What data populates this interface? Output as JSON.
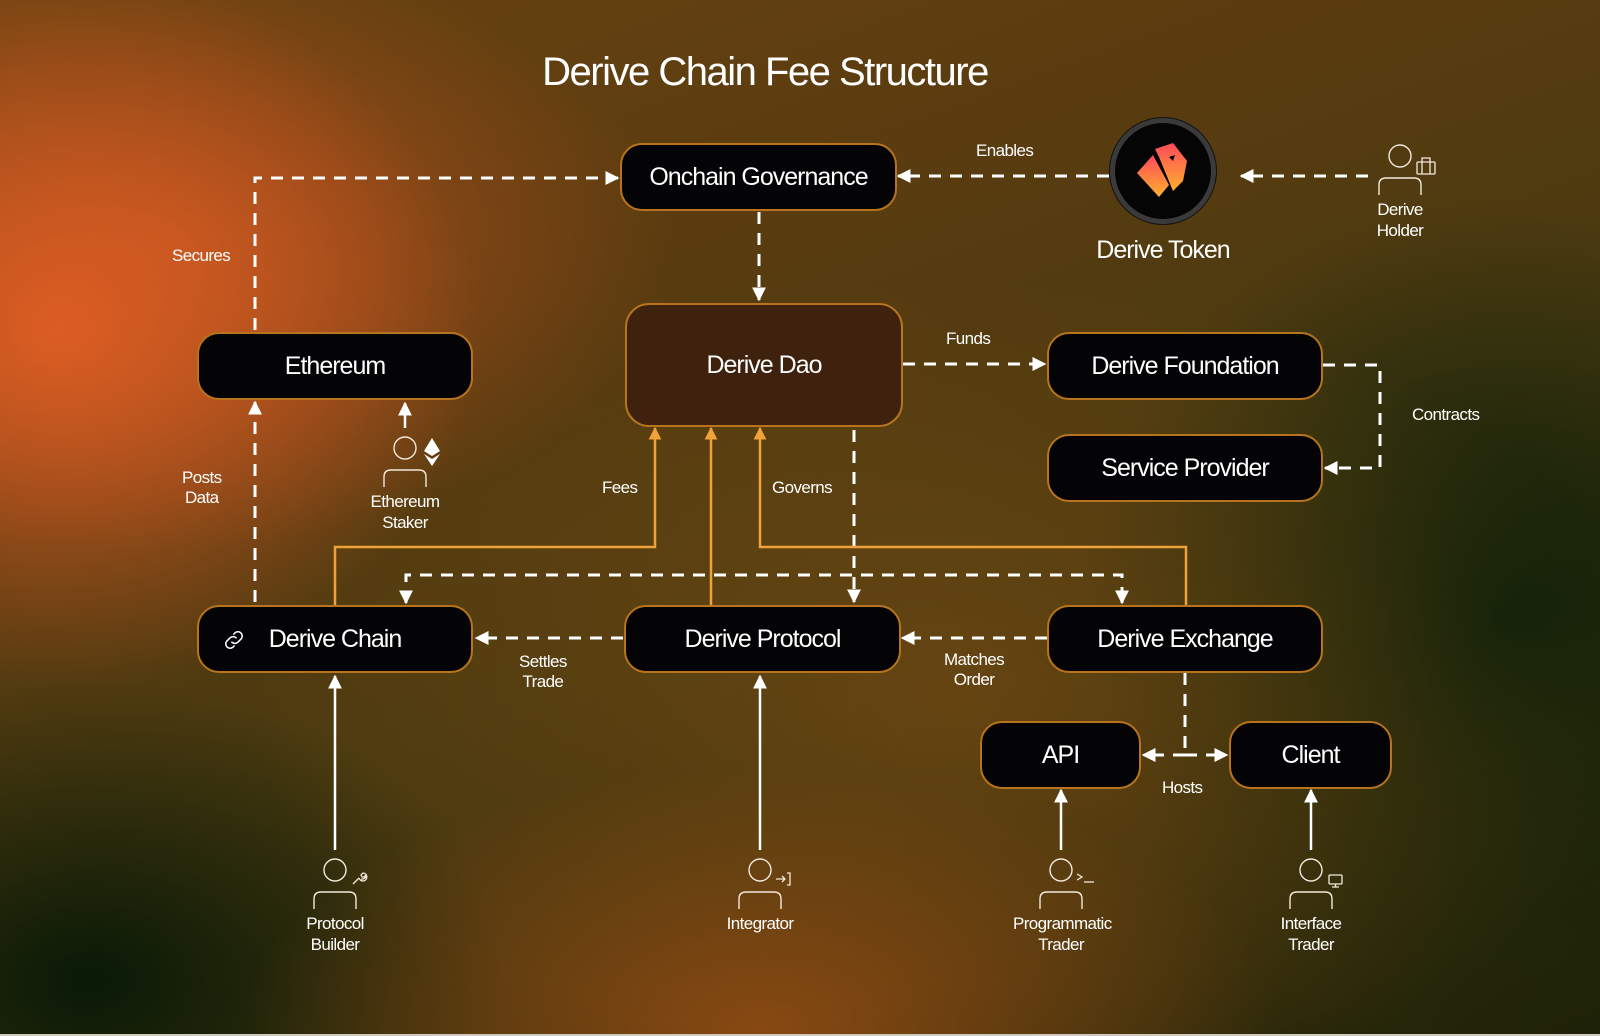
{
  "title": "Derive Chain Fee Structure",
  "colors": {
    "node_fill": "#040306",
    "dao_fill": "#3e220d",
    "node_border": "#b8741c",
    "fee_line": "#f0a23a",
    "dashed_line": "#ffffff"
  },
  "nodes": {
    "onchain_governance": "Onchain Governance",
    "derive_dao": "Derive Dao",
    "derive_foundation": "Derive Foundation",
    "service_provider": "Service Provider",
    "ethereum": "Ethereum",
    "derive_chain": "Derive Chain",
    "derive_protocol": "Derive Protocol",
    "derive_exchange": "Derive Exchange",
    "api": "API",
    "client": "Client"
  },
  "token": {
    "label": "Derive Token",
    "icon": "derive-logo-icon"
  },
  "edge_labels": {
    "enables": "Enables",
    "secures": "Secures",
    "funds": "Funds",
    "contracts": "Contracts",
    "posts_data": "Posts\nData",
    "fees": "Fees",
    "governs": "Governs",
    "settles_trade": "Settles\nTrade",
    "matches_order": "Matches\nOrder",
    "hosts": "Hosts"
  },
  "actors": [
    {
      "id": "derive_holder",
      "label": "Derive\nHolder",
      "badge_icon": "briefcase-icon"
    },
    {
      "id": "ethereum_staker",
      "label": "Ethereum\nStaker",
      "badge_icon": "ethereum-icon"
    },
    {
      "id": "protocol_builder",
      "label": "Protocol\nBuilder",
      "badge_icon": "wrench-icon"
    },
    {
      "id": "integrator",
      "label": "Integrator",
      "badge_icon": "login-arrow-icon"
    },
    {
      "id": "programmatic_trader",
      "label": "Programmatic\nTrader",
      "badge_icon": "terminal-prompt-icon"
    },
    {
      "id": "interface_trader",
      "label": "Interface\nTrader",
      "badge_icon": "monitor-icon"
    }
  ],
  "edges": [
    {
      "from": "Derive Token",
      "to": "Onchain Governance",
      "label": "Enables",
      "style": "dashed"
    },
    {
      "from": "Derive Holder",
      "to": "Derive Token",
      "label": "",
      "style": "dashed"
    },
    {
      "from": "Ethereum",
      "to": "Onchain Governance",
      "label": "Secures",
      "style": "dashed"
    },
    {
      "from": "Onchain Governance",
      "to": "Derive Dao",
      "label": "",
      "style": "dashed"
    },
    {
      "from": "Derive Dao",
      "to": "Derive Foundation",
      "label": "Funds",
      "style": "dashed"
    },
    {
      "from": "Derive Foundation",
      "to": "Service Provider",
      "label": "Contracts",
      "style": "dashed"
    },
    {
      "from": "Derive Chain",
      "to": "Ethereum",
      "label": "Posts Data",
      "style": "dashed"
    },
    {
      "from": "Ethereum Staker",
      "to": "Ethereum",
      "label": "",
      "style": "solid"
    },
    {
      "from": "Derive Chain",
      "to": "Derive Dao",
      "label": "Fees",
      "style": "fee"
    },
    {
      "from": "Derive Protocol",
      "to": "Derive Dao",
      "label": "Fees",
      "style": "fee"
    },
    {
      "from": "Derive Exchange",
      "to": "Derive Dao",
      "label": "Fees",
      "style": "fee"
    },
    {
      "from": "Derive Dao",
      "to": "Derive Chain / Derive Protocol / Derive Exchange",
      "label": "Governs",
      "style": "dashed"
    },
    {
      "from": "Derive Protocol",
      "to": "Derive Chain",
      "label": "Settles Trade",
      "style": "dashed"
    },
    {
      "from": "Derive Exchange",
      "to": "Derive Protocol",
      "label": "Matches Order",
      "style": "dashed"
    },
    {
      "from": "Derive Exchange",
      "to": "API / Client",
      "label": "Hosts",
      "style": "dashed"
    },
    {
      "from": "Protocol Builder",
      "to": "Derive Chain",
      "label": "",
      "style": "solid"
    },
    {
      "from": "Integrator",
      "to": "Derive Protocol",
      "label": "",
      "style": "solid"
    },
    {
      "from": "Programmatic Trader",
      "to": "API",
      "label": "",
      "style": "solid"
    },
    {
      "from": "Interface Trader",
      "to": "Client",
      "label": "",
      "style": "solid"
    }
  ]
}
